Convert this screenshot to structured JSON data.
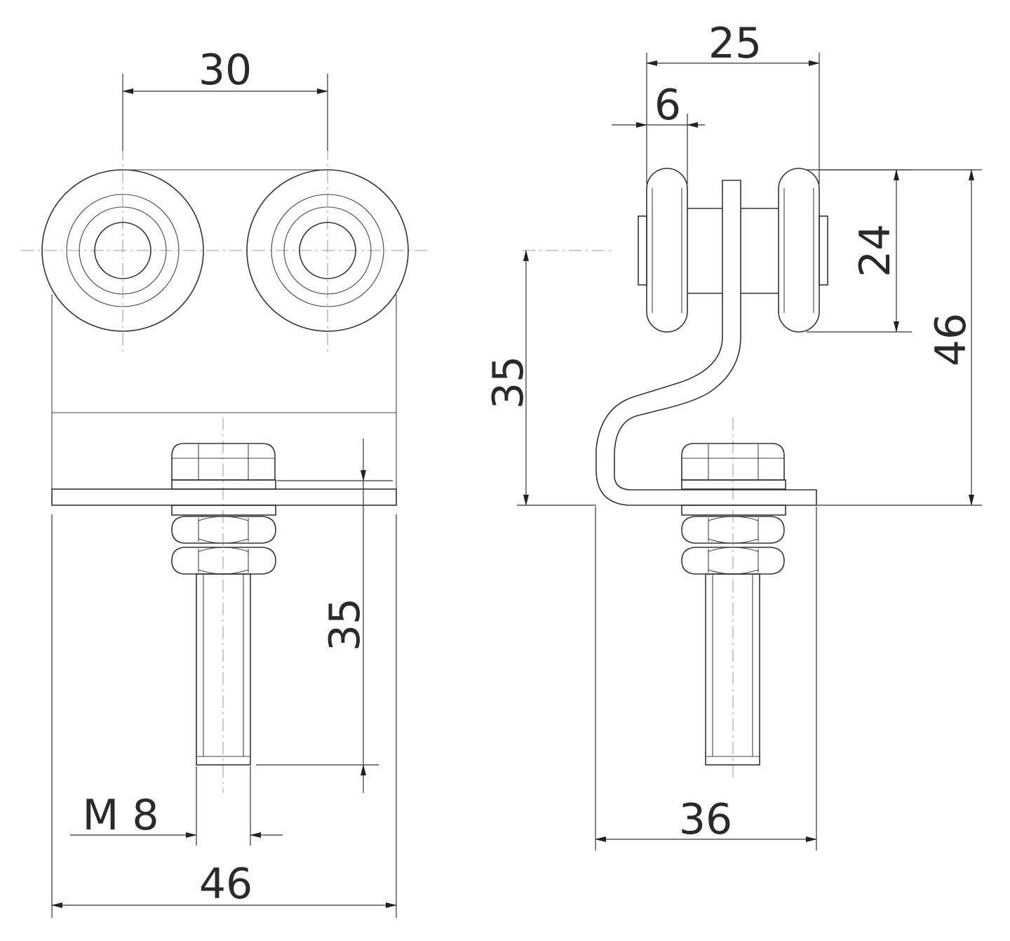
{
  "front_view": {
    "dims": {
      "wheel_spacing": "30",
      "stud_length": "35",
      "thread": "M 8",
      "overall_width": "46"
    }
  },
  "side_view": {
    "dims": {
      "wheel_span": "25",
      "wheel_width": "6",
      "wheel_diameter": "24",
      "overall_height": "46",
      "axle_to_plate": "35",
      "plate_length": "36"
    }
  }
}
